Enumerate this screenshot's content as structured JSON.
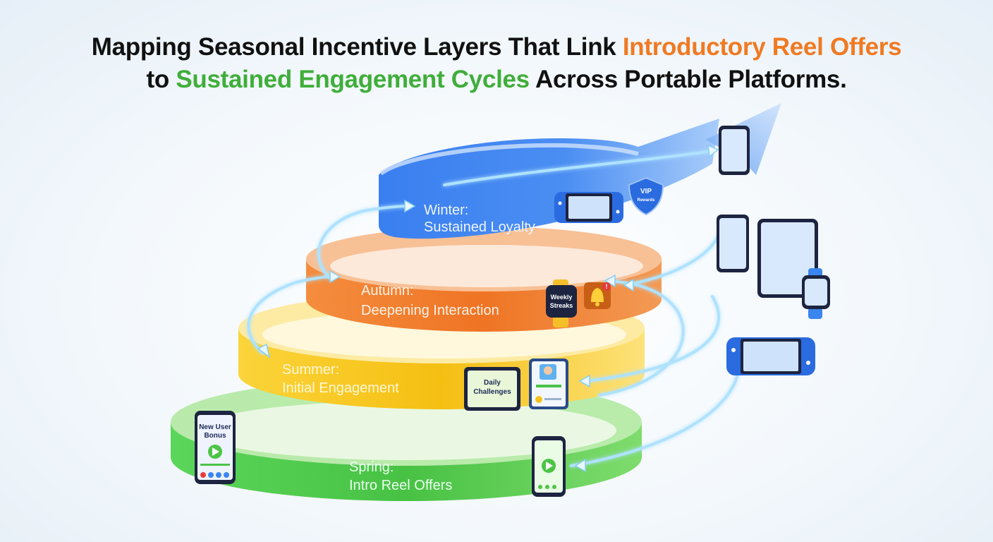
{
  "title": {
    "part1": "Mapping Seasonal Incentive Layers That Link ",
    "highlight1": "Introductory Reel Offers",
    "part2": "to ",
    "highlight2": "Sustained Engagement Cycles",
    "part3": " Across Portable Platforms."
  },
  "layers": [
    {
      "id": "spring",
      "season": "Spring:",
      "stage": "Intro Reel Offers",
      "color": "#4cc447"
    },
    {
      "id": "summer",
      "season": "Summer:",
      "stage": "Initial Engagement",
      "color": "#f7c21c"
    },
    {
      "id": "autumn",
      "season": "Autumn:",
      "stage": "Deepening Interaction",
      "color": "#f07a2a"
    },
    {
      "id": "winter",
      "season": "Winter:",
      "stage": "Sustained Loyalty",
      "color": "#3a86ee"
    }
  ],
  "badges": {
    "new_user_line1": "New User",
    "new_user_line2": "Bonus",
    "daily_line1": "Daily",
    "daily_line2": "Challenges",
    "weekly_line1": "Weekly",
    "weekly_line2": "Streaks",
    "vip_line1": "VIP",
    "vip_line2": "Rewards"
  },
  "colors": {
    "flow_glow": "#bfe8ff",
    "device_blue": "#2a6be0",
    "device_screen": "#cfe2fb"
  },
  "icons": [
    "play-icon",
    "bell-icon",
    "shield-icon",
    "phone-icon",
    "tablet-icon",
    "watch-icon",
    "handheld-console-icon",
    "arrow-up-icon"
  ]
}
